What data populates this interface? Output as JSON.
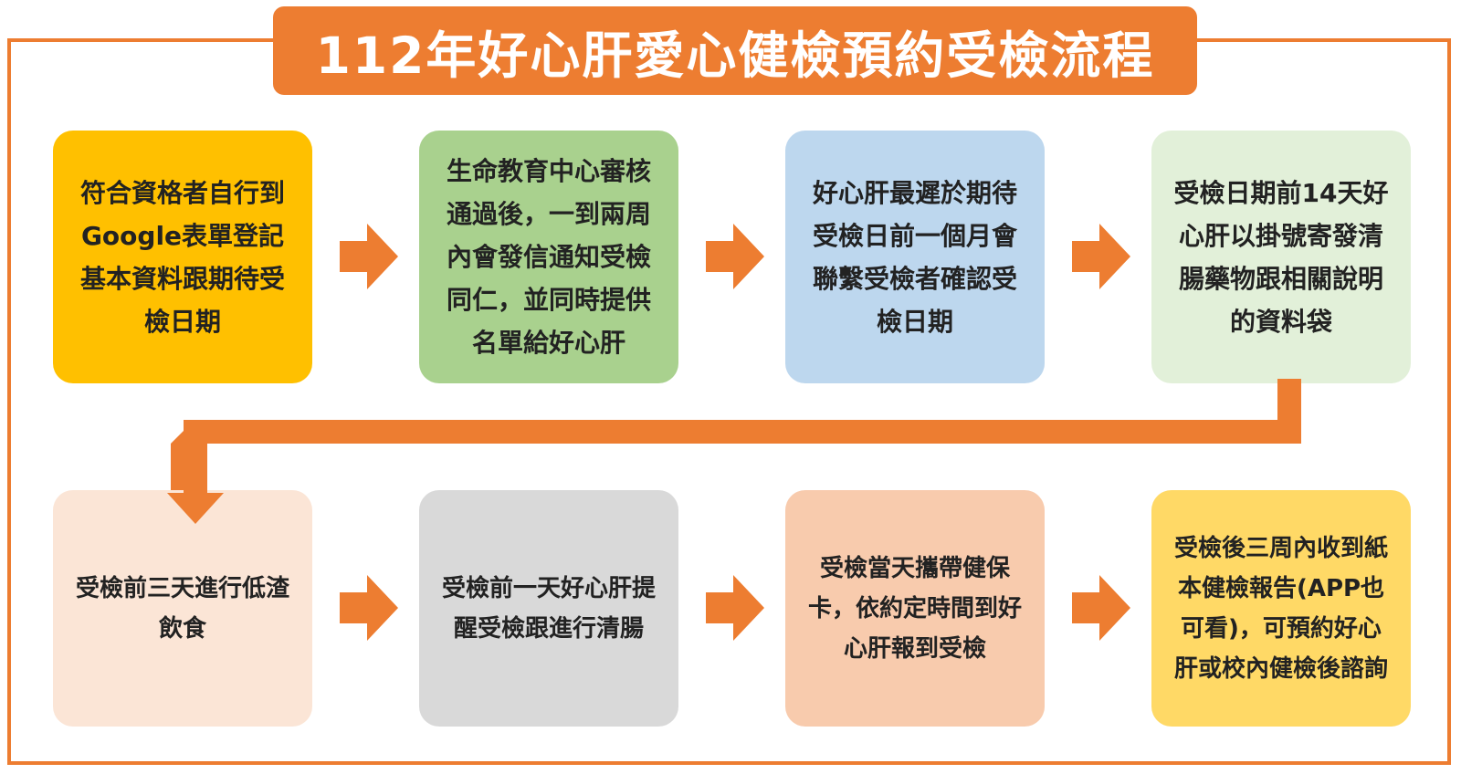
{
  "title": "112年好心肝愛心健檢預約受檢流程",
  "steps": [
    {
      "text": "符合資格者自行到Google表單登記基本資料跟期待受檢日期",
      "color": "#FFC000"
    },
    {
      "text": "生命教育中心審核通過後，一到兩周內會發信通知受檢同仁，並同時提供名單給好心肝",
      "color": "#A9D18E"
    },
    {
      "text": "好心肝最遲於期待受檢日前一個月會聯繫受檢者確認受檢日期",
      "color": "#BDD7EE"
    },
    {
      "text": "受檢日期前14天好心肝以掛號寄發清腸藥物跟相關說明的資料袋",
      "color": "#E2F0D9"
    },
    {
      "text": "受檢前三天進行低渣飲食",
      "color": "#FBE5D6"
    },
    {
      "text": "受檢前一天好心肝提醒受檢跟進行清腸",
      "color": "#D9D9D9"
    },
    {
      "text": "受檢當天攜帶健保卡，依約定時間到好心肝報到受檢",
      "color": "#F8CBAD"
    },
    {
      "text": "受檢後三周內收到紙本健檢報告(APP也可看)，可預約好心肝或校內健檢後諮詢",
      "color": "#FFD966"
    }
  ],
  "colors": {
    "accent": "#ED7D31"
  }
}
